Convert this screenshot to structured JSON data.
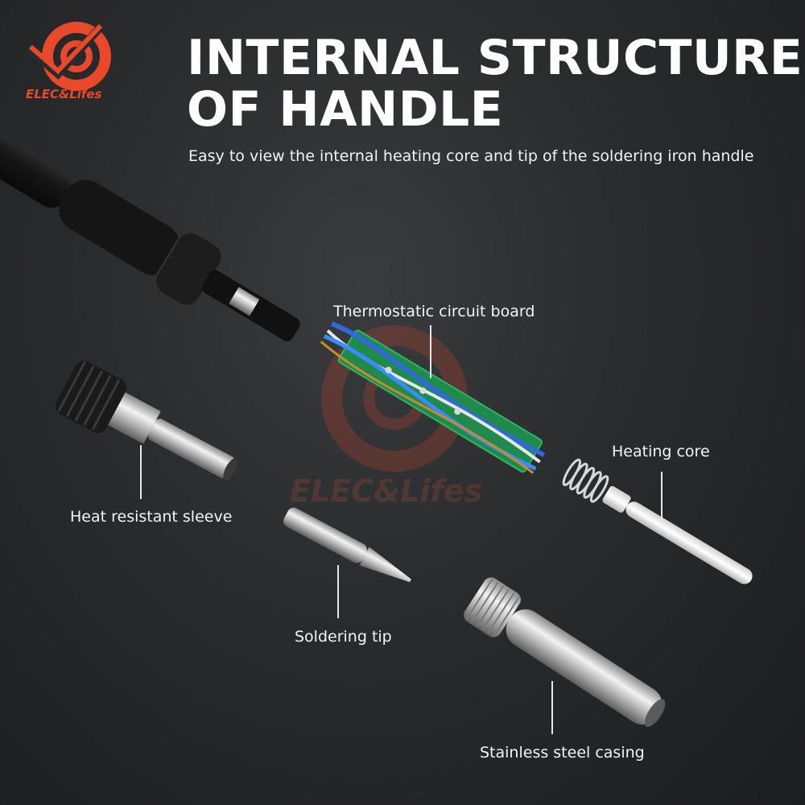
{
  "brand": {
    "name": "ELEC&Lifes",
    "accent_color": "#e8492b",
    "icon": "brand-swirl-logo-icon"
  },
  "heading": {
    "line1": "INTERNAL STRUCTURE",
    "line2": "OF HANDLE",
    "subtitle": "Easy to view the internal heating core and tip of the soldering iron handle"
  },
  "callouts": [
    {
      "label": "Thermostatic circuit board"
    },
    {
      "label": "Heating core"
    },
    {
      "label": "Heat resistant sleeve"
    },
    {
      "label": "Soldering tip"
    },
    {
      "label": "Stainless steel casing"
    }
  ],
  "watermark": "ELEC&Lifes",
  "colors": {
    "background": "#2a2b2d",
    "text": "#ffffff",
    "pcb_green": "#1f8a4c",
    "steel": "#c9c9c9"
  }
}
